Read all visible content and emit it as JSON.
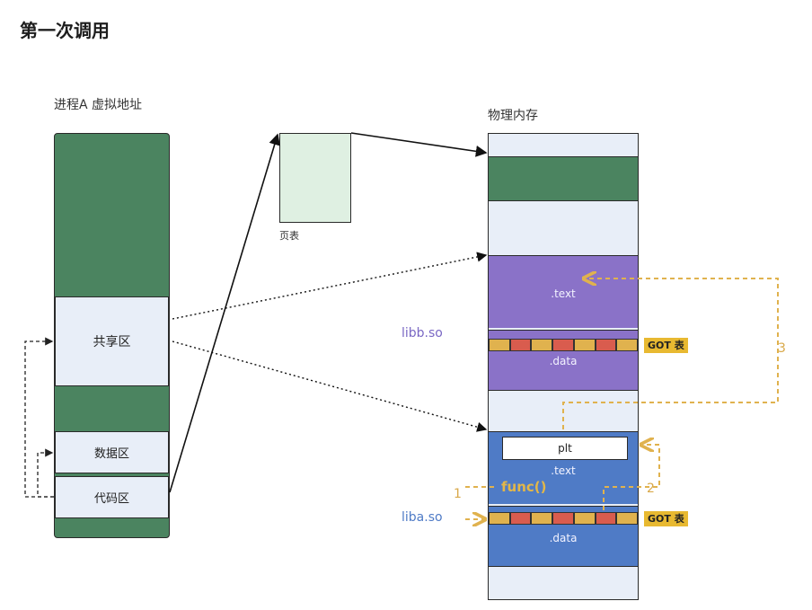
{
  "title": "第一次调用",
  "process": {
    "label": "进程A 虚拟地址",
    "shared_label": "共享区",
    "data_label": "数据区",
    "code_label": "代码区"
  },
  "page_table": {
    "label": "页表"
  },
  "physical": {
    "label": "物理内存",
    "libb": {
      "name": "libb.so",
      "text_label": ".text",
      "data_label": ".data",
      "got_label": "GOT 表"
    },
    "liba": {
      "name": "liba.so",
      "plt_label": "plt",
      "text_label": ".text",
      "data_label": ".data",
      "got_label": "GOT 表",
      "func_label": "func()"
    }
  },
  "steps": [
    "1",
    "2",
    "3"
  ],
  "colors": {
    "green": "#4b8460",
    "purple": "#8a72c8",
    "blue": "#4f7bc6",
    "pale": "#e8eef8",
    "page_table": "#dff0e2",
    "dashed_gold": "#e0b24e",
    "got_yellow": "#e8b931",
    "got_red": "#d95c4e",
    "libb_label": "#7a68c4",
    "liba_label": "#4f7bc6"
  }
}
